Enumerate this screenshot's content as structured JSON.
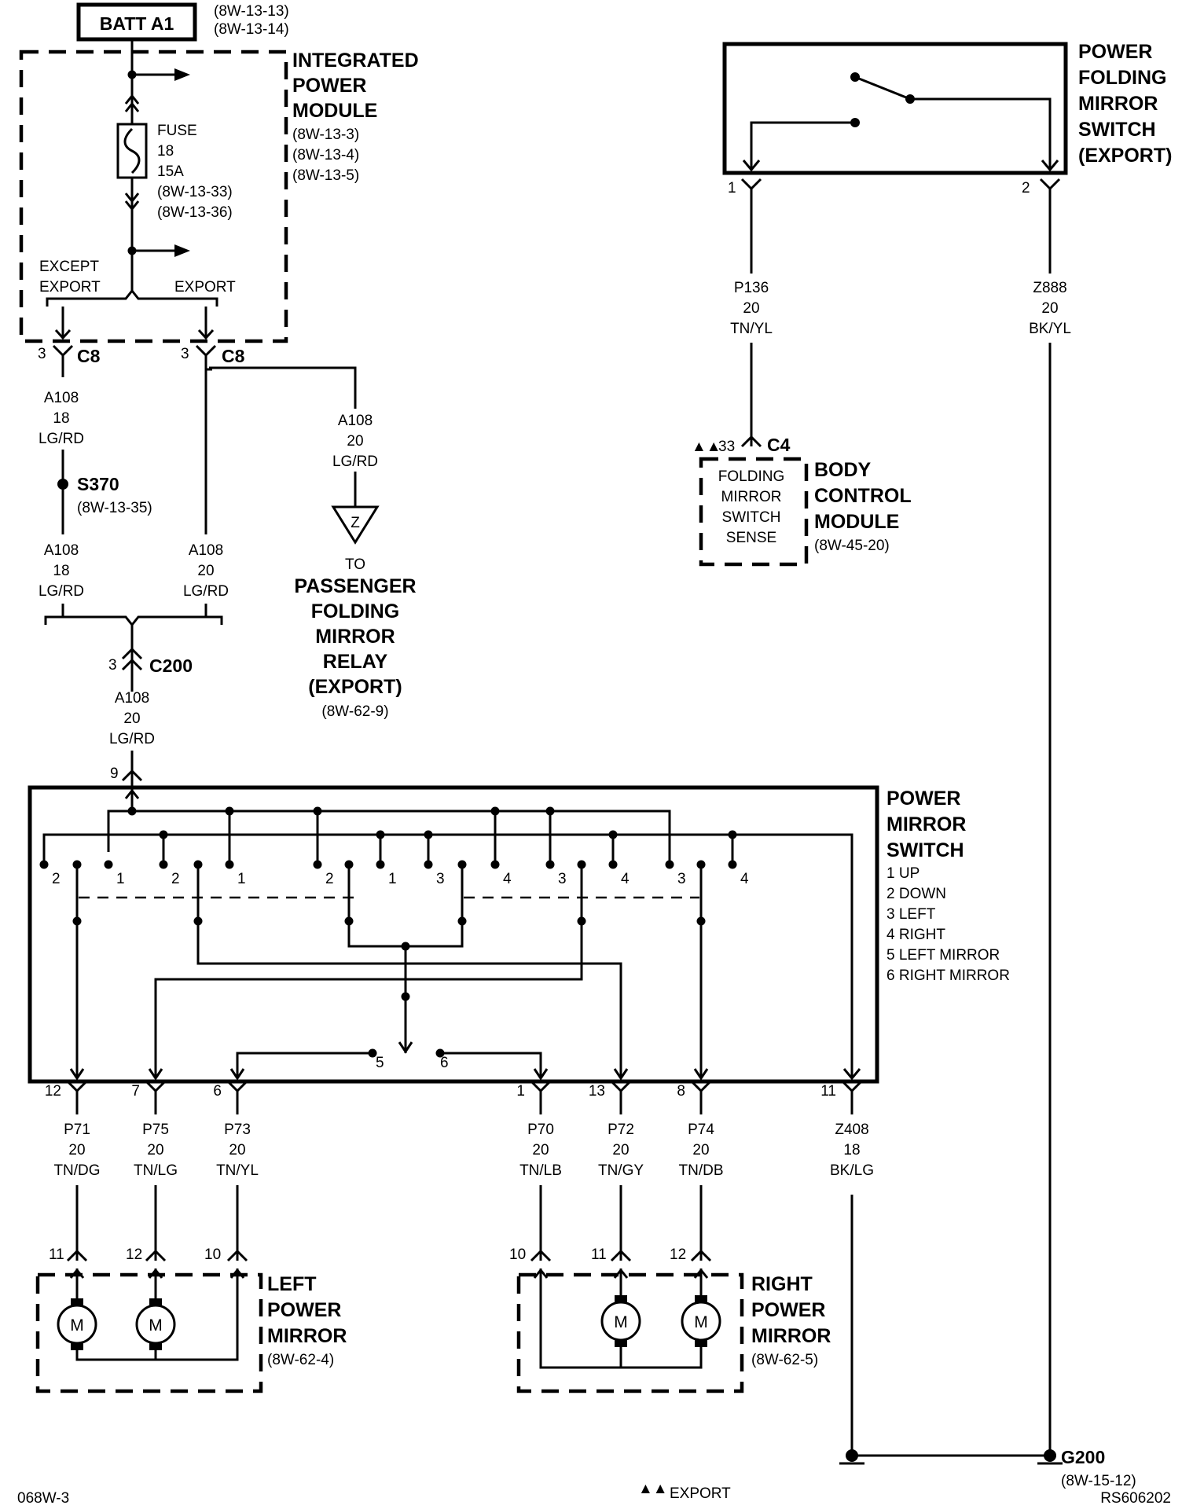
{
  "page_id": "068W-3",
  "ref_code": "RS606202",
  "export_note": "EXPORT",
  "export_marker": "▲▲",
  "batt": {
    "label": "BATT A1",
    "ref1": "(8W-13-13)",
    "ref2": "(8W-13-14)"
  },
  "ipm": {
    "line1": "INTEGRATED",
    "line2": "POWER",
    "line3": "MODULE",
    "ref1": "(8W-13-3)",
    "ref2": "(8W-13-4)",
    "ref3": "(8W-13-5)"
  },
  "fuse": {
    "l1": "FUSE",
    "l2": "18",
    "l3": "15A",
    "ref1": "(8W-13-33)",
    "ref2": "(8W-13-36)"
  },
  "ipm_out": {
    "except1": "EXCEPT",
    "except2": "EXPORT",
    "export": "EXPORT"
  },
  "c8": {
    "name": "C8",
    "pin_left": "3",
    "pin_right": "3"
  },
  "wire_a108_18": {
    "circuit": "A108",
    "gauge": "18",
    "color": "LG/RD"
  },
  "wire_a108_20": {
    "circuit": "A108",
    "gauge": "20",
    "color": "LG/RD"
  },
  "s370": {
    "name": "S370",
    "ref": "(8W-13-35)"
  },
  "passenger_relay": {
    "to": "TO",
    "l1": "PASSENGER",
    "l2": "FOLDING",
    "l3": "MIRROR",
    "l4": "RELAY",
    "l5": "(EXPORT)",
    "ref": "(8W-62-9)",
    "symbol": "Z"
  },
  "c200": {
    "name": "C200",
    "pin": "3"
  },
  "pms_input_pin": "9",
  "pfms": {
    "l1": "POWER",
    "l2": "FOLDING",
    "l3": "MIRROR",
    "l4": "SWITCH",
    "l5": "(EXPORT)",
    "pin1": "1",
    "pin2": "2"
  },
  "wire_p136": {
    "circuit": "P136",
    "gauge": "20",
    "color": "TN/YL"
  },
  "wire_z888": {
    "circuit": "Z888",
    "gauge": "20",
    "color": "BK/YL"
  },
  "bcm": {
    "pin": "33",
    "connector": "C4",
    "in1": "FOLDING",
    "in2": "MIRROR",
    "in3": "SWITCH",
    "in4": "SENSE",
    "l1": "BODY",
    "l2": "CONTROL",
    "l3": "MODULE",
    "ref": "(8W-45-20)"
  },
  "pms": {
    "l1": "POWER",
    "l2": "MIRROR",
    "l3": "SWITCH",
    "legend": [
      "1 UP",
      "2 DOWN",
      "3 LEFT",
      "4 RIGHT",
      "5 LEFT MIRROR",
      "6 RIGHT MIRROR"
    ],
    "contact_labels": [
      "2",
      "1",
      "2",
      "1",
      "2",
      "1",
      "3",
      "4",
      "3",
      "4",
      "3",
      "4"
    ],
    "selector_labels": [
      "5",
      "6"
    ]
  },
  "outputs": [
    {
      "pin": "12",
      "circuit": "P71",
      "gauge": "20",
      "color": "TN/DG"
    },
    {
      "pin": "7",
      "circuit": "P75",
      "gauge": "20",
      "color": "TN/LG"
    },
    {
      "pin": "6",
      "circuit": "P73",
      "gauge": "20",
      "color": "TN/YL"
    },
    {
      "pin": "1",
      "circuit": "P70",
      "gauge": "20",
      "color": "TN/LB"
    },
    {
      "pin": "13",
      "circuit": "P72",
      "gauge": "20",
      "color": "TN/GY"
    },
    {
      "pin": "8",
      "circuit": "P74",
      "gauge": "20",
      "color": "TN/DB"
    },
    {
      "pin": "11",
      "circuit": "Z408",
      "gauge": "18",
      "color": "BK/LG"
    }
  ],
  "left_mirror": {
    "l1": "LEFT",
    "l2": "POWER",
    "l3": "MIRROR",
    "ref": "(8W-62-4)",
    "pins": [
      "11",
      "12",
      "10"
    ],
    "motor": "M"
  },
  "right_mirror": {
    "l1": "RIGHT",
    "l2": "POWER",
    "l3": "MIRROR",
    "ref": "(8W-62-5)",
    "pins": [
      "10",
      "11",
      "12"
    ],
    "motor": "M"
  },
  "ground": {
    "name": "G200",
    "ref": "(8W-15-12)"
  }
}
